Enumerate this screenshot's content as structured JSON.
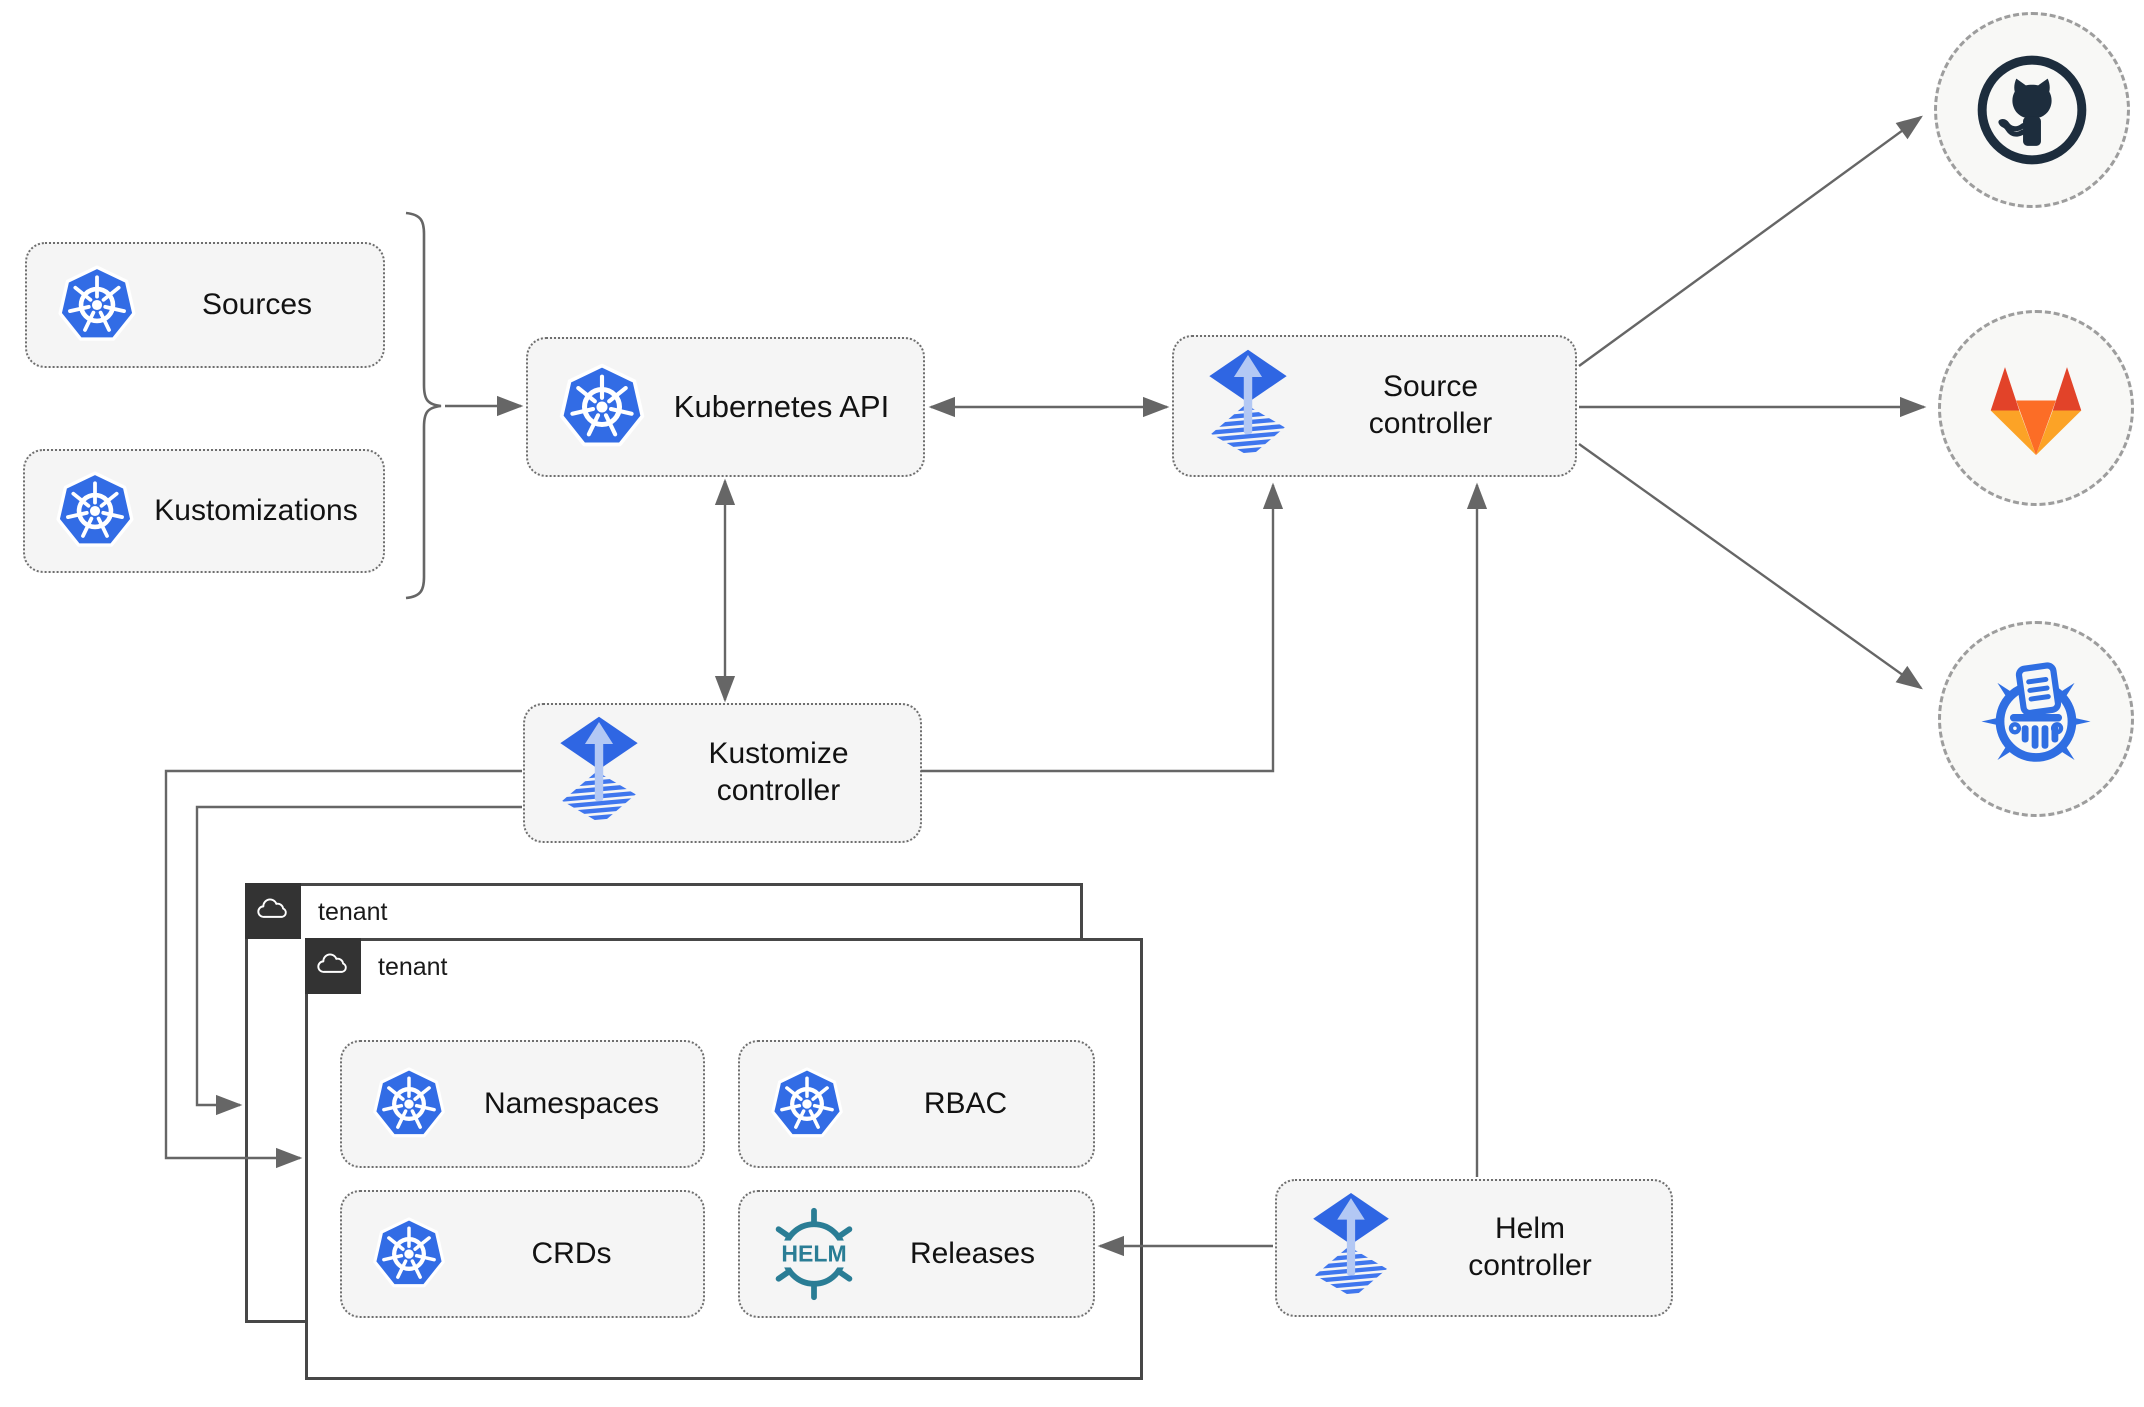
{
  "nodes": {
    "sources": {
      "label": "Sources",
      "icon": "kubernetes-icon"
    },
    "kustomizations": {
      "label": "Kustomizations",
      "icon": "kubernetes-icon"
    },
    "kubernetes_api": {
      "label": "Kubernetes API",
      "icon": "kubernetes-icon"
    },
    "source_controller": {
      "label": "Source controller",
      "icon": "flux-icon"
    },
    "kustomize_controller": {
      "label": "Kustomize controller",
      "icon": "flux-icon"
    },
    "helm_controller": {
      "label": "Helm controller",
      "icon": "flux-icon"
    },
    "namespaces": {
      "label": "Namespaces",
      "icon": "kubernetes-icon"
    },
    "rbac": {
      "label": "RBAC",
      "icon": "kubernetes-icon"
    },
    "crds": {
      "label": "CRDs",
      "icon": "kubernetes-icon"
    },
    "releases": {
      "label": "Releases",
      "icon": "helm-icon",
      "icon_text": "HELM"
    }
  },
  "groups": {
    "tenant_back": {
      "label": "tenant",
      "icon": "cloud-icon"
    },
    "tenant_front": {
      "label": "tenant",
      "icon": "cloud-icon"
    }
  },
  "external_endpoints": [
    {
      "name": "github",
      "icon": "github-icon"
    },
    {
      "name": "gitlab",
      "icon": "gitlab-icon"
    },
    {
      "name": "helm-repository",
      "icon": "chart-repository-icon"
    }
  ],
  "colors": {
    "kubernetes_blue": "#326ce5",
    "flux_blue": "#2f66e3",
    "flux_stripe_blue": "#3f76ee",
    "flux_arrow_light": "#b3c8f4",
    "helm_teal": "#2a7d95",
    "github_dark": "#1d2d3d",
    "gitlab_red_orange": "#e24329",
    "gitlab_orange": "#fc6d26",
    "gitlab_light_orange": "#fca326",
    "chart_repo_blue": "#2f6ee2",
    "connector_gray": "#666666",
    "node_fill": "#f5f5f5",
    "tenant_tab_dark": "#333333"
  }
}
